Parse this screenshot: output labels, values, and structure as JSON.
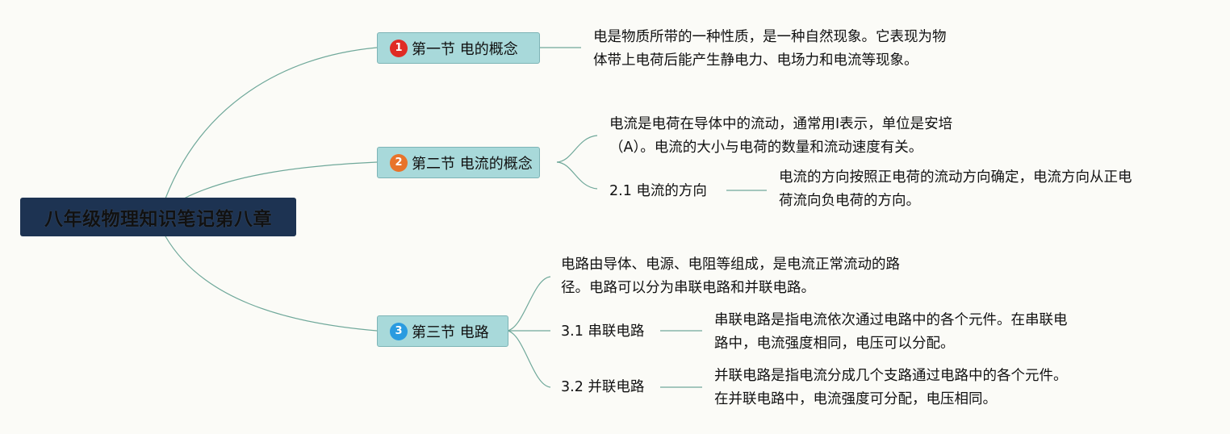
{
  "root": {
    "label": "八年级物理知识笔记第八章"
  },
  "topics": [
    {
      "number": "1",
      "label": "第一节 电的概念",
      "note_lines": [
        "电是物质所带的一种性质，是一种自然现象。它表现为物",
        "体带上电荷后能产生静电力、电场力和电流等现象。"
      ]
    },
    {
      "number": "2",
      "label": "第二节 电流的概念",
      "note_lines": [
        "电流是电荷在导体中的流动，通常用I表示，单位是安培",
        "（A）。电流的大小与电荷的数量和流动速度有关。"
      ],
      "subtopics": [
        {
          "label": "2.1 电流的方向",
          "note_lines": [
            "电流的方向按照正电荷的流动方向确定，电流方向从正电",
            "荷流向负电荷的方向。"
          ]
        }
      ]
    },
    {
      "number": "3",
      "label": "第三节 电路",
      "note_lines": [
        "电路由导体、电源、电阻等组成，是电流正常流动的路",
        "径。电路可以分为串联电路和并联电路。"
      ],
      "subtopics": [
        {
          "label": "3.1 串联电路",
          "note_lines": [
            "串联电路是指电流依次通过电路中的各个元件。在串联电",
            "路中，电流强度相同，电压可以分配。"
          ]
        },
        {
          "label": "3.2 并联电路",
          "note_lines": [
            "并联电路是指电流分成几个支路通过电路中的各个元件。",
            "在并联电路中，电流强度可分配，电压相同。"
          ]
        }
      ]
    }
  ],
  "colors": {
    "root_bg": "#1d3352",
    "topic_bg": "#a8d9da",
    "line": "#6fa89a",
    "badge_1": "#e02b24",
    "badge_2": "#e8732a",
    "badge_3": "#2a9be0"
  }
}
